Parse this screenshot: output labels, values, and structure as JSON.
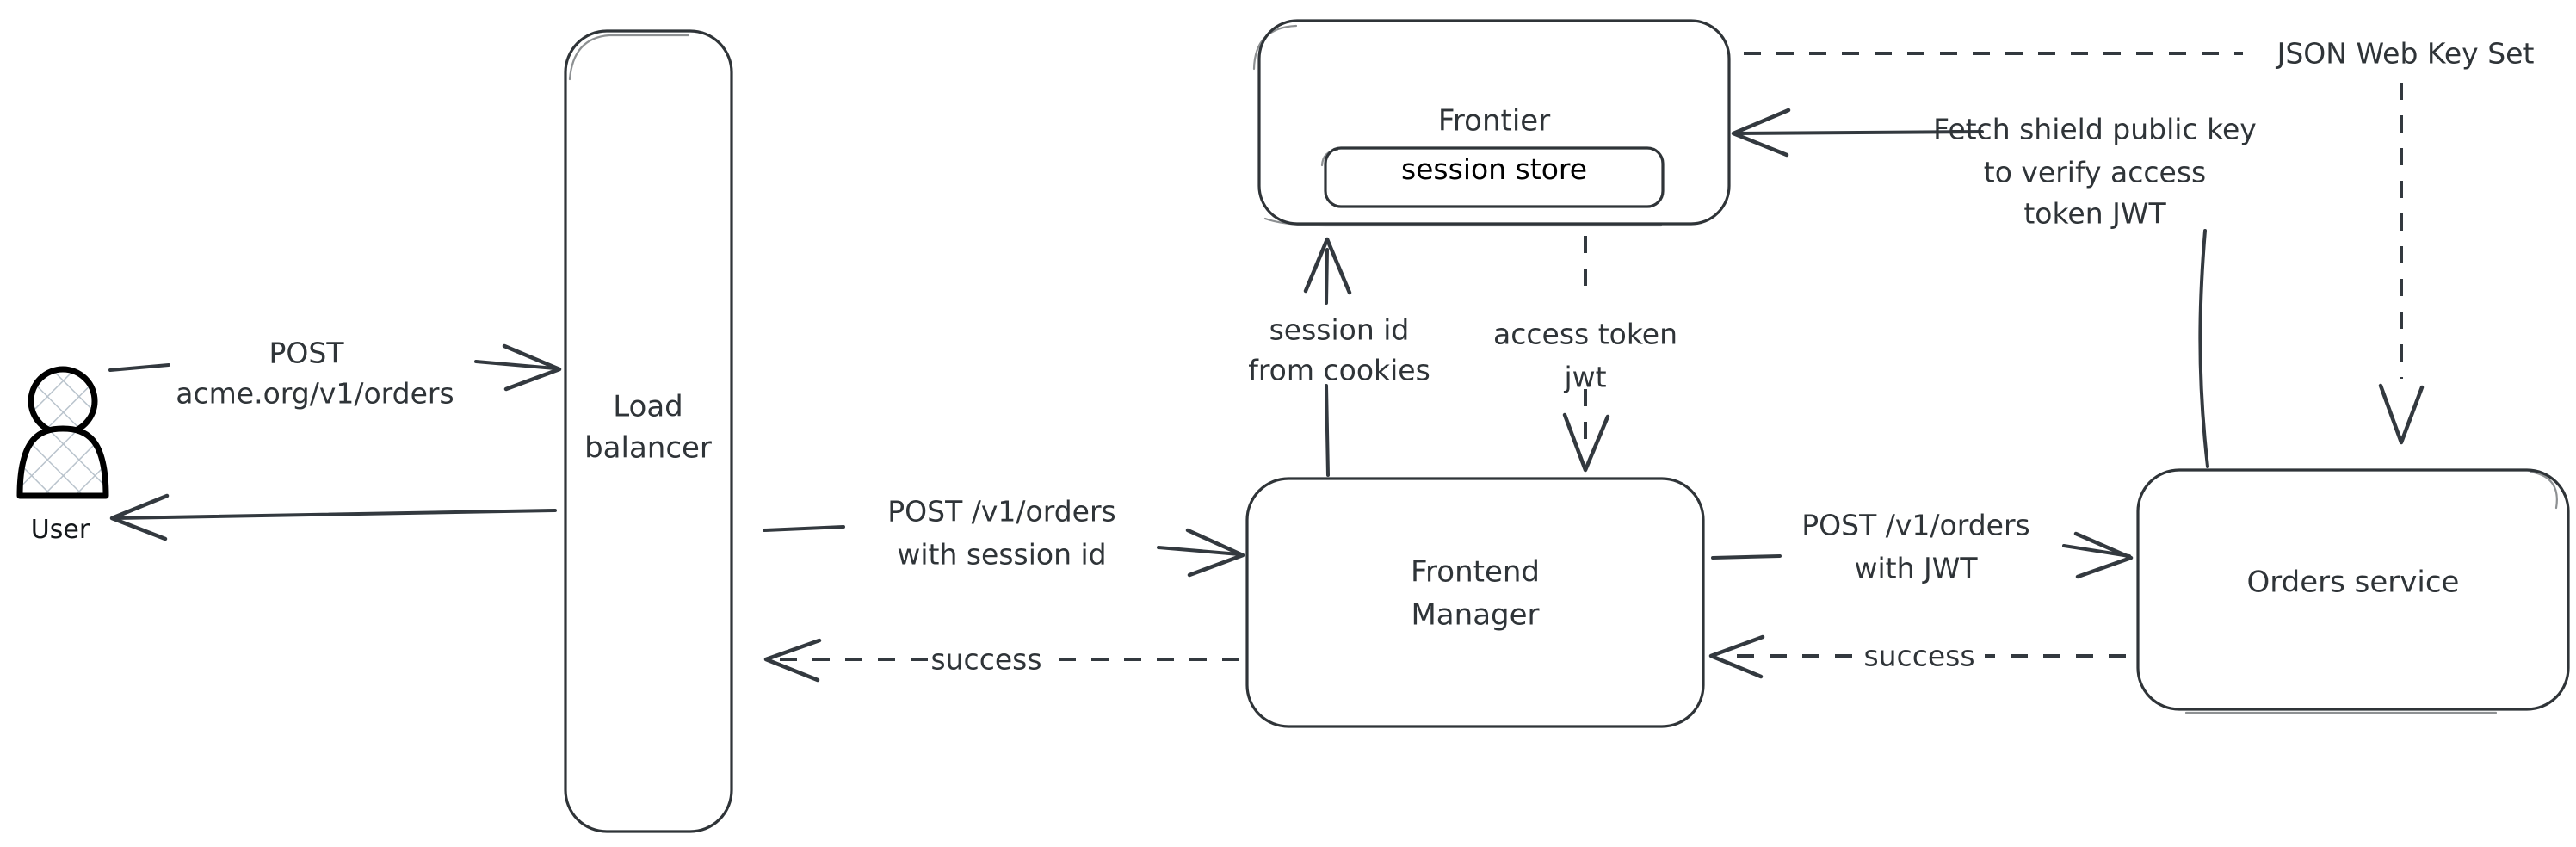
{
  "diagram": {
    "title": "Order request authentication flow",
    "background_color": "#ffffff",
    "stroke_color": "#2f3438",
    "line_color": "#33393f",
    "actor_hatch_color": "#b9c3cc"
  },
  "actors": {
    "user": {
      "label": "User",
      "icon": "user-person-icon"
    }
  },
  "nodes": {
    "load_balancer": {
      "label_line1": "Load",
      "label_line2": "balancer"
    },
    "frontier": {
      "label": "Frontier",
      "child": {
        "label": "session store"
      }
    },
    "frontend_manager": {
      "label_line1": "Frontend",
      "label_line2": "Manager"
    },
    "orders_service": {
      "label": "Orders service"
    }
  },
  "edges": {
    "user_to_lb": {
      "label_line1": "POST",
      "label_line2": "acme.org/v1/orders",
      "style": "solid",
      "direction": "right"
    },
    "lb_to_user": {
      "label": "",
      "style": "solid",
      "direction": "left"
    },
    "lb_to_fm": {
      "label_line1": "POST /v1/orders",
      "label_line2": "with session id",
      "style": "solid",
      "direction": "right"
    },
    "fm_to_lb": {
      "label": "success",
      "style": "dashed",
      "direction": "left"
    },
    "fm_to_frontier": {
      "label_line1": "session id",
      "label_line2": "from cookies",
      "style": "solid",
      "direction": "up"
    },
    "frontier_to_fm": {
      "label_line1": "access token",
      "label_line2": "jwt",
      "style": "dashed",
      "direction": "down"
    },
    "fm_to_orders": {
      "label_line1": "POST /v1/orders",
      "label_line2": "with JWT",
      "style": "solid",
      "direction": "right"
    },
    "orders_to_fm": {
      "label": "success",
      "style": "dashed",
      "direction": "left"
    },
    "orders_to_frontier": {
      "label_line1": "Fetch shield public key",
      "label_line2": "to verify access",
      "label_line3": "token JWT",
      "style": "solid",
      "direction": "left"
    },
    "jwks_to_orders": {
      "label": "JSON Web Key Set",
      "style": "dashed",
      "direction": "down"
    }
  }
}
